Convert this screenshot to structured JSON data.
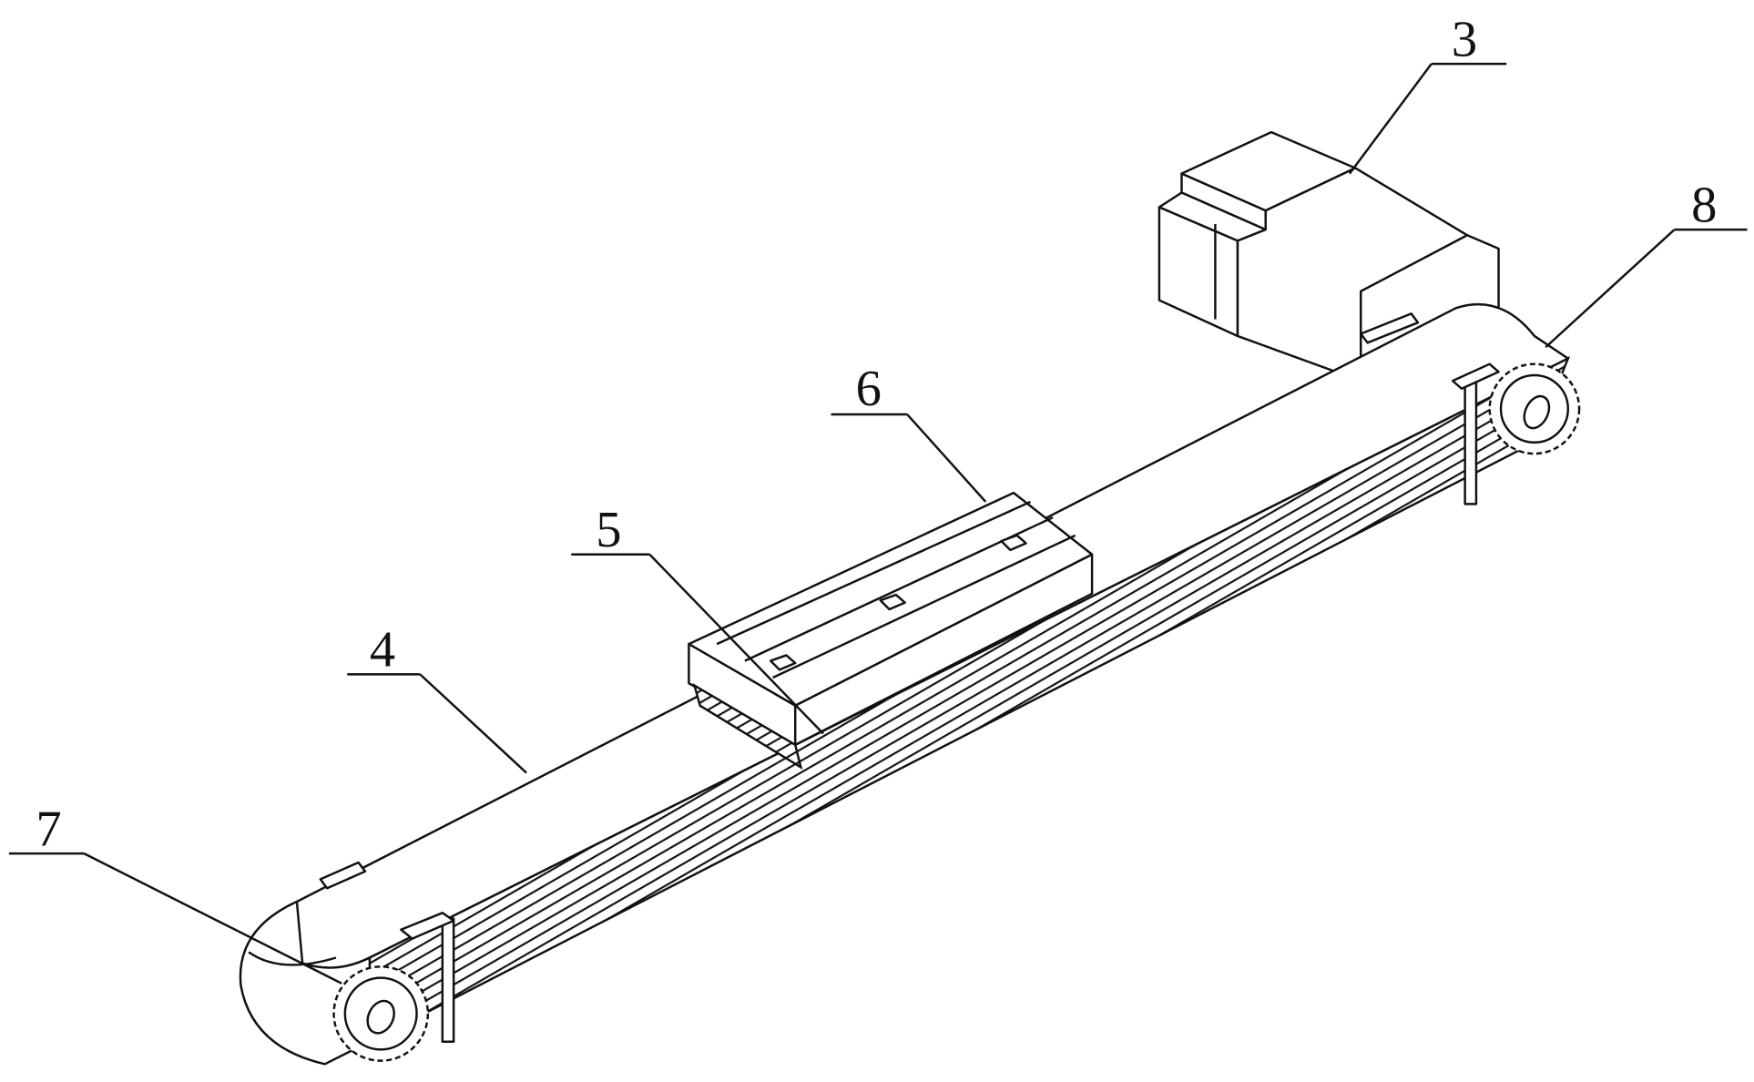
{
  "figure": {
    "labels": {
      "motor": "3",
      "belt": "4",
      "belt_clamp": "5",
      "slider": "6",
      "left_pulley": "7",
      "right_pulley": "8"
    }
  }
}
